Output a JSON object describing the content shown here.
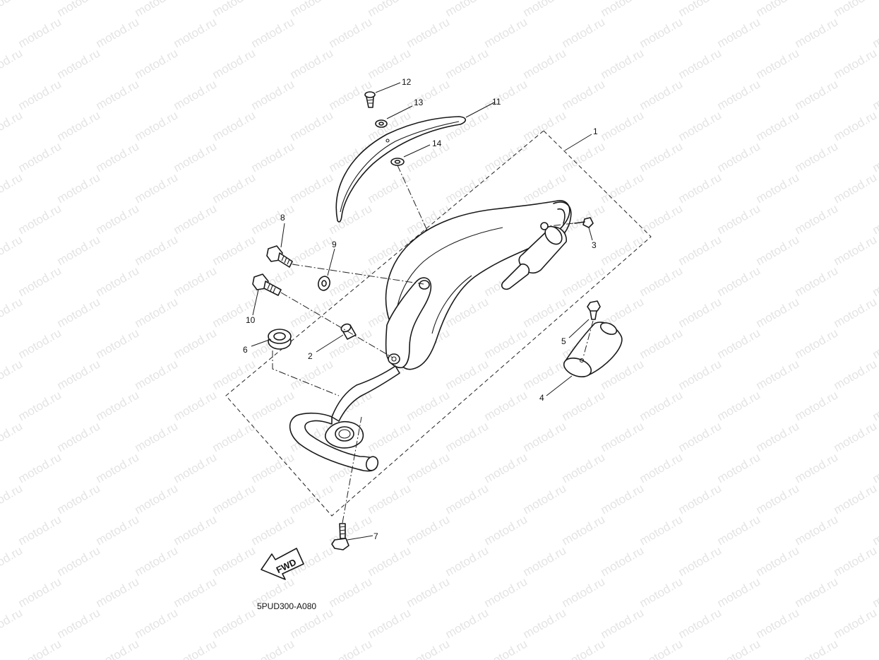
{
  "watermark": "motod.ru",
  "drawing_code": "5PUD300-A080",
  "fwd_label": "FWD",
  "callouts": [
    "1",
    "2",
    "3",
    "4",
    "5",
    "6",
    "7",
    "8",
    "9",
    "10",
    "11",
    "12",
    "13",
    "14"
  ]
}
